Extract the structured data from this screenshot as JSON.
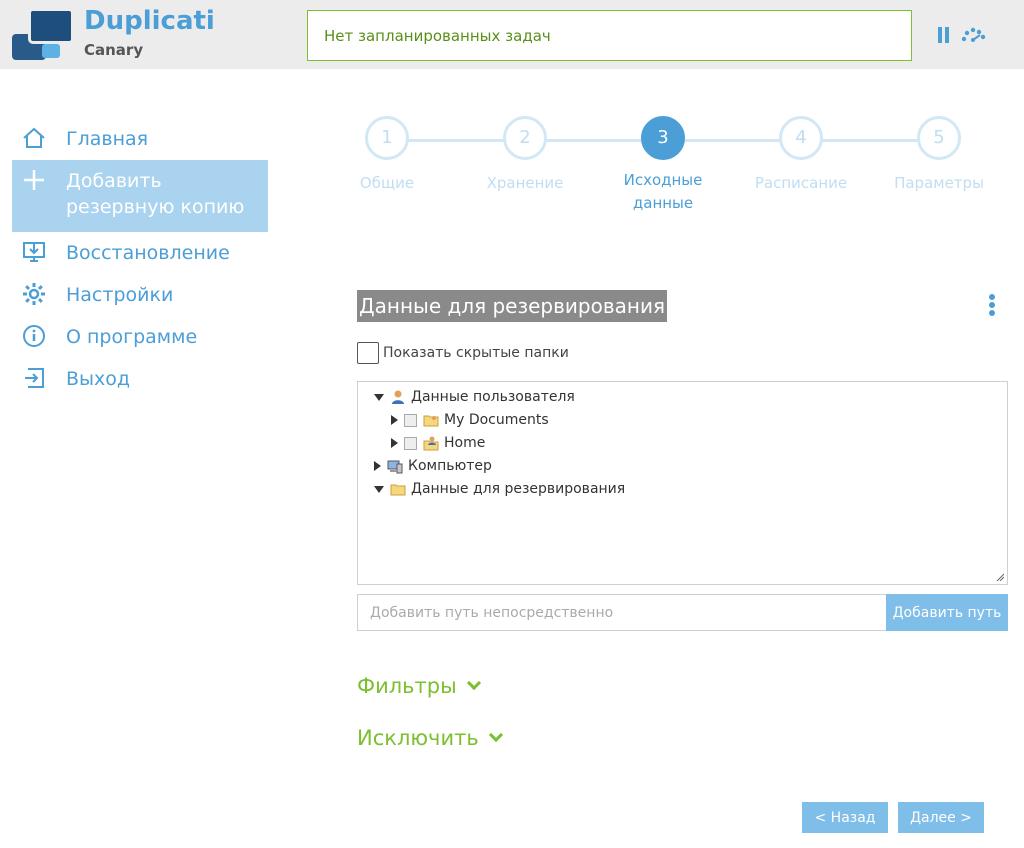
{
  "header": {
    "brand": "Duplicati",
    "edition": "Canary",
    "status": "Нет запланированных задач"
  },
  "sidebar": {
    "items": [
      {
        "label": "Главная",
        "icon": "home-icon"
      },
      {
        "label": "Добавить резервную копию",
        "icon": "plus-icon",
        "active": true
      },
      {
        "label": "Восстановление",
        "icon": "restore-icon"
      },
      {
        "label": "Настройки",
        "icon": "gear-icon"
      },
      {
        "label": "О программе",
        "icon": "info-icon"
      },
      {
        "label": "Выход",
        "icon": "logout-icon"
      }
    ]
  },
  "steps": [
    {
      "number": "1",
      "label": "Общие"
    },
    {
      "number": "2",
      "label": "Хранение"
    },
    {
      "number": "3",
      "label": "Исходные данные",
      "current": true
    },
    {
      "number": "4",
      "label": "Расписание"
    },
    {
      "number": "5",
      "label": "Параметры"
    }
  ],
  "main": {
    "title": "Данные для резервирования",
    "show_hidden_label": "Показать скрытые папки",
    "tree": [
      {
        "label": "Данные пользователя"
      },
      {
        "label": "My Documents"
      },
      {
        "label": "Home"
      },
      {
        "label": "Компьютер"
      },
      {
        "label": "Данные для резервирования"
      }
    ],
    "path_placeholder": "Добавить путь непосредственно",
    "add_path_label": "Добавить путь",
    "filters_label": "Фильтры",
    "exclude_label": "Исключить",
    "back_label": "< Назад",
    "next_label": "Далее >"
  },
  "colors": {
    "accent": "#4b9ed6",
    "active_nav": "#a9d3ee",
    "green": "#7cbf2f",
    "button": "#7fbee8"
  }
}
